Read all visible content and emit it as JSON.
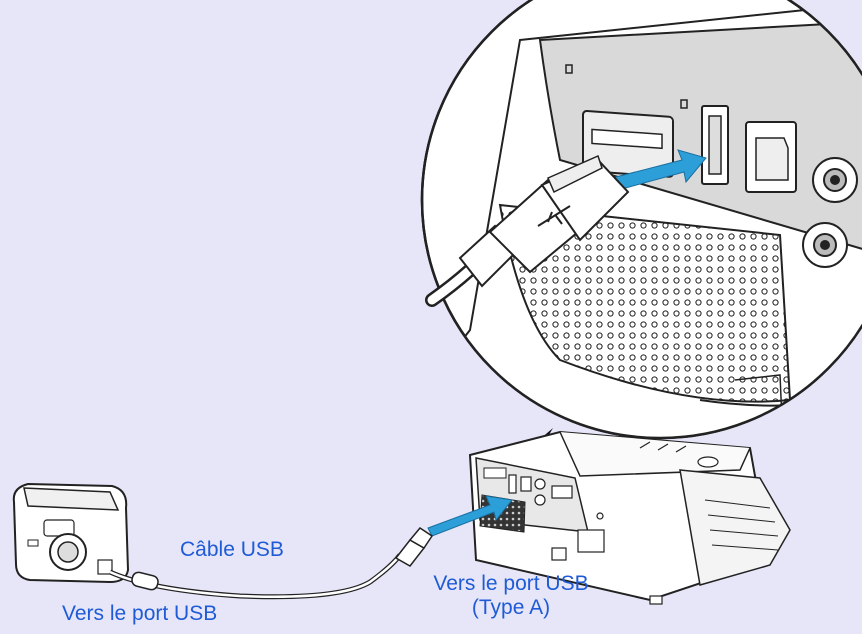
{
  "labels": {
    "cable": "Câble USB",
    "camera_port": "Vers le port USB",
    "projector_port_line1": "Vers le port USB",
    "projector_port_line2": "(Type A)"
  },
  "colors": {
    "background": "#e6e6f8",
    "label_text": "#1f5bd6",
    "arrow_fill": "#2c9fd8",
    "device_outline": "#222222",
    "device_fill": "#ffffff",
    "panel_fill": "#d9d9d9"
  }
}
